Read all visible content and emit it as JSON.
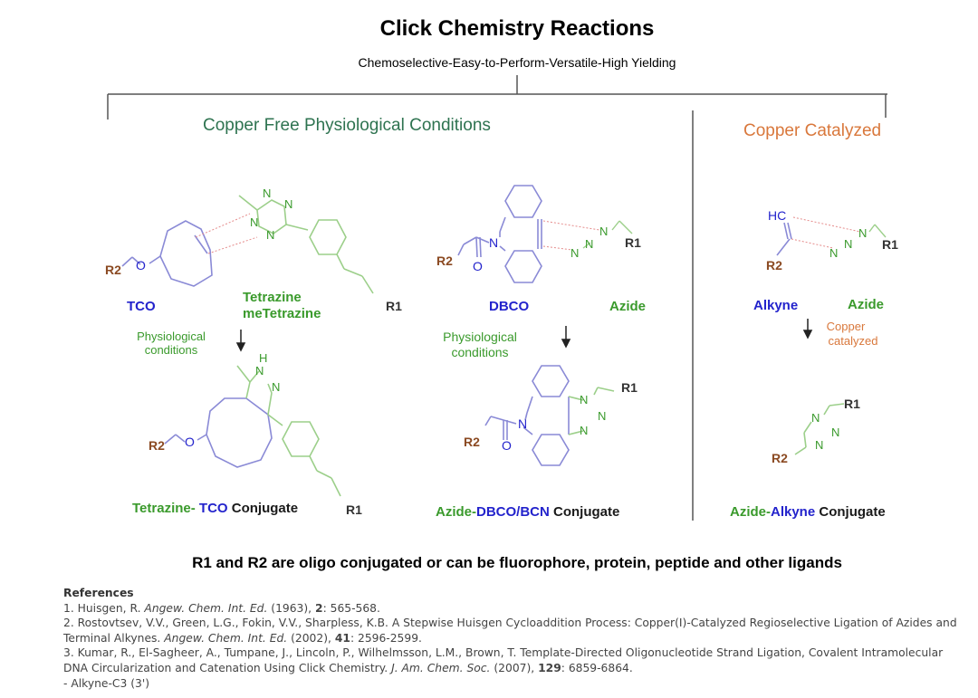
{
  "title": "Click Chemistry Reactions",
  "subtitle": "Chemoselective-Easy-to-Perform-Versatile-High Yielding",
  "sections": {
    "copper_free": "Copper Free Physiological Conditions",
    "copper_catalyzed": "Copper Catalyzed"
  },
  "tco_reaction": {
    "reactant1": "TCO",
    "reactant2_line1": "Tetrazine",
    "reactant2_line2": "meTetrazine",
    "condition_line1": "Physiological",
    "condition_line2": "conditions",
    "product_part1": "Tetrazine-",
    "product_part2": " TCO",
    "product_part3": " Conjugate"
  },
  "dbco_reaction": {
    "reactant1": "DBCO",
    "reactant2": "Azide",
    "condition_line1": "Physiological",
    "condition_line2": "conditions",
    "product_part1": "Azide-",
    "product_part2": "DBCO/BCN",
    "product_part3": " Conjugate"
  },
  "cu_reaction": {
    "reactant1": "Alkyne",
    "reactant2": "Azide",
    "condition_line1": "Copper",
    "condition_line2": "catalyzed",
    "product_part1": "Azide-",
    "product_part2": "Alkyne",
    "product_part3": " Conjugate"
  },
  "atoms": {
    "r1": "R1",
    "r2": "R2",
    "o": "O",
    "n": "N",
    "h": "H",
    "hc": "HC"
  },
  "note": "R1 and R2 are oligo conjugated or can be fluorophore, protein, peptide and other ligands",
  "references": {
    "heading": "References",
    "ref1_a": "1. Huisgen, R. ",
    "ref1_journal": "Angew. Chem. Int. Ed.",
    "ref1_b": " (1963), ",
    "ref1_vol": "2",
    "ref1_c": ": 565-568.",
    "ref2_a": "2. Rostovtsev, V.V., Green, L.G., Fokin, V.V., Sharpless, K.B. A Stepwise Huisgen Cycloaddition Process: Copper(I)-Catalyzed Regioselective Ligation of Azides and Terminal Alkynes. ",
    "ref2_journal": "Angew. Chem. Int. Ed.",
    "ref2_b": " (2002), ",
    "ref2_vol": "41",
    "ref2_c": ": 2596-2599.",
    "ref3_a": "3. Kumar, R., El-Sagheer, A., Tumpane, J., Lincoln, P., Wilhelmsson, L.M., Brown, T. Template-Directed Oligonucleotide Strand Ligation, Covalent Intramolecular DNA Circularization and Catenation Using Click Chemistry. ",
    "ref3_journal": "J. Am. Chem. Soc.",
    "ref3_b": " (2007), ",
    "ref3_vol": "129",
    "ref3_c": ": 6859-6864.",
    "ref4": "- Alkyne-C3 (3')"
  },
  "colors": {
    "green_header": "#2e7350",
    "orange_header": "#d9783c",
    "blue": "#2323cc",
    "green": "#3a9a2c",
    "brown": "#8b4a22",
    "structure_blue": "#8a8ad6",
    "structure_green": "#9ccf8a"
  }
}
